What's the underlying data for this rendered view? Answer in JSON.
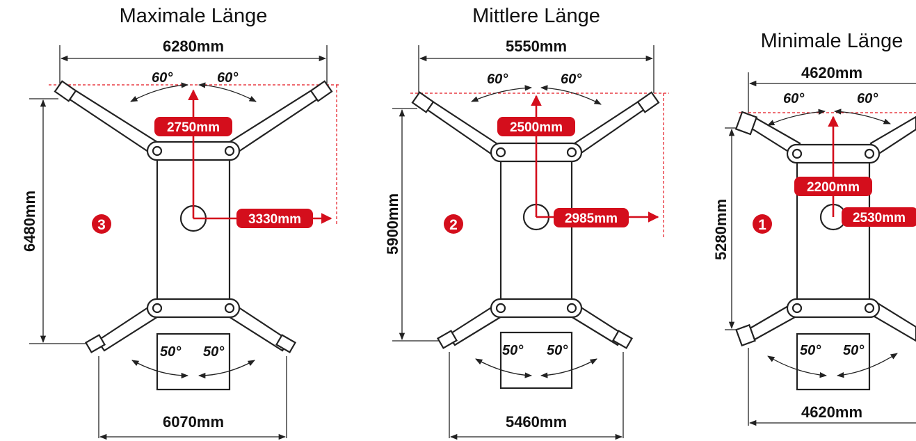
{
  "colors": {
    "accent": "#d40e1c",
    "line": "#222222",
    "background": "#ffffff"
  },
  "panels": [
    {
      "title": "Maximale Länge",
      "badge": "3",
      "top_width": "6280mm",
      "bottom_width": "6070mm",
      "height": "6480mm",
      "vertical_reach": "2750mm",
      "horizontal_reach": "3330mm",
      "top_angle_left": "60°",
      "top_angle_right": "60°",
      "bottom_angle_left": "50°",
      "bottom_angle_right": "50°"
    },
    {
      "title": "Mittlere Länge",
      "badge": "2",
      "top_width": "5550mm",
      "bottom_width": "5460mm",
      "height": "5900mm",
      "vertical_reach": "2500mm",
      "horizontal_reach": "2985mm",
      "top_angle_left": "60°",
      "top_angle_right": "60°",
      "bottom_angle_left": "50°",
      "bottom_angle_right": "50°"
    },
    {
      "title": "Minimale Länge",
      "badge": "1",
      "top_width": "4620mm",
      "bottom_width": "4620mm",
      "height": "5280mm",
      "vertical_reach": "2200mm",
      "horizontal_reach": "2530mm",
      "top_angle_left": "60°",
      "top_angle_right": "60°",
      "bottom_angle_left": "50°",
      "bottom_angle_right": "50°"
    }
  ]
}
